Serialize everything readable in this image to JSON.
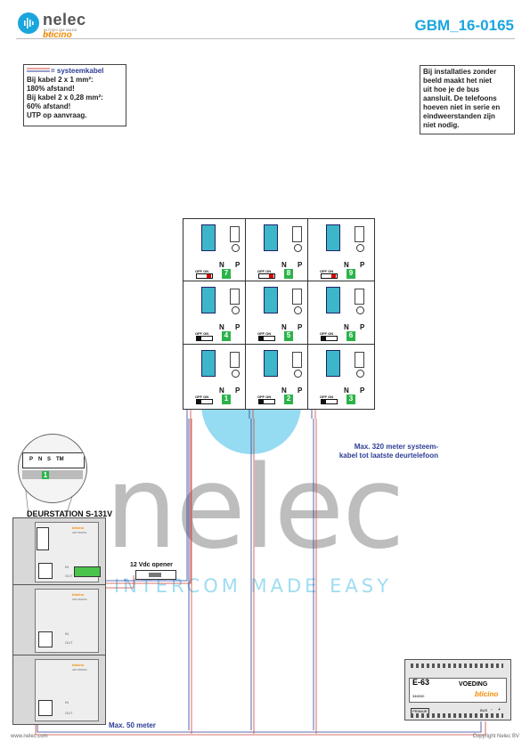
{
  "header": {
    "brand": "nelec",
    "brand_tagline": "INTERCOM MADE EASY",
    "brand_sub": "bticino",
    "doc_code": "GBM_16-0165"
  },
  "legend_box": {
    "title": "= systeemkabel",
    "lines": [
      "Bij kabel 2 x 1 mm²:",
      "180% afstand!",
      "Bij kabel 2 x 0,28 mm²:",
      "60% afstand!",
      "UTP op aanvraag."
    ]
  },
  "info_box": {
    "lines": [
      "Bij installaties zonder",
      "beeld maakt het niet",
      "uit hoe je de bus",
      "aansluit. De telefoons",
      "hoeven niet in serie en",
      "eindweerstanden zijn",
      "niet nodig."
    ]
  },
  "watermark": {
    "main": "nelec",
    "sub": "INTERCOM MADE EASY"
  },
  "phones": {
    "np_n": "N",
    "np_p": "P",
    "switch_label": "OFF ON",
    "numbers": [
      "7",
      "8",
      "9",
      "4",
      "5",
      "6",
      "1",
      "2",
      "3"
    ]
  },
  "notes": {
    "max_system": "Max. 320 meter systeem-",
    "max_system_2": "kabel tot laatste deurtelefoon",
    "max_50": "Max. 50 meter"
  },
  "door_station": {
    "title": "DEURSTATION S-131V",
    "zoom_labels": [
      "P",
      "N",
      "S",
      "TM"
    ],
    "zoom_number": "1",
    "module_codes": [
      "ART.352501",
      "ART.352000",
      "ART.352000"
    ],
    "in_label": "IN",
    "out_label": "OUT",
    "brand": "bticino"
  },
  "opener": {
    "label": "12 Vdc opener"
  },
  "power_supply": {
    "model": "E-63",
    "name": "VOEDING",
    "code": "346000",
    "brand": "bticino",
    "primair": "PRIMAIR",
    "bus_label": "BUS",
    "minus": "-",
    "plus": "+"
  },
  "footer": {
    "website": "www.nelec.com",
    "copyright": "Copyright Nelec BV"
  }
}
